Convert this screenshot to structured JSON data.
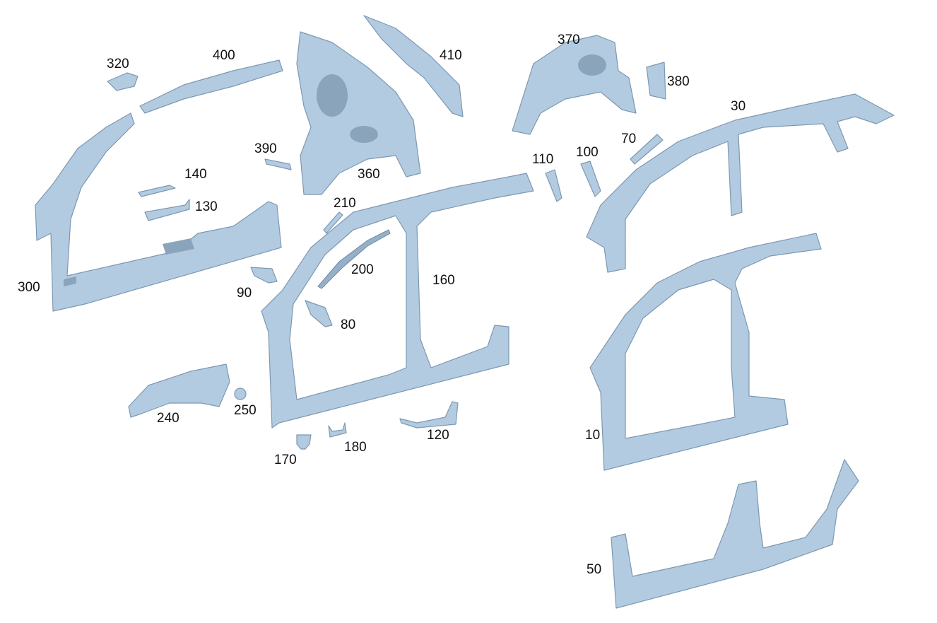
{
  "diagram": {
    "type": "exploded-parts-view",
    "accent_colors": {
      "part_fill": "#b3cbe0",
      "part_stroke": "#7d98b2"
    },
    "labels": {
      "p10": "10",
      "p30": "30",
      "p50": "50",
      "p70": "70",
      "p80": "80",
      "p90": "90",
      "p100": "100",
      "p110": "110",
      "p120": "120",
      "p130": "130",
      "p140": "140",
      "p160": "160",
      "p170": "170",
      "p180": "180",
      "p200": "200",
      "p210": "210",
      "p240": "240",
      "p250": "250",
      "p300": "300",
      "p320": "320",
      "p360": "360",
      "p370": "370",
      "p380": "380",
      "p390": "390",
      "p400": "400",
      "p410": "410"
    }
  }
}
